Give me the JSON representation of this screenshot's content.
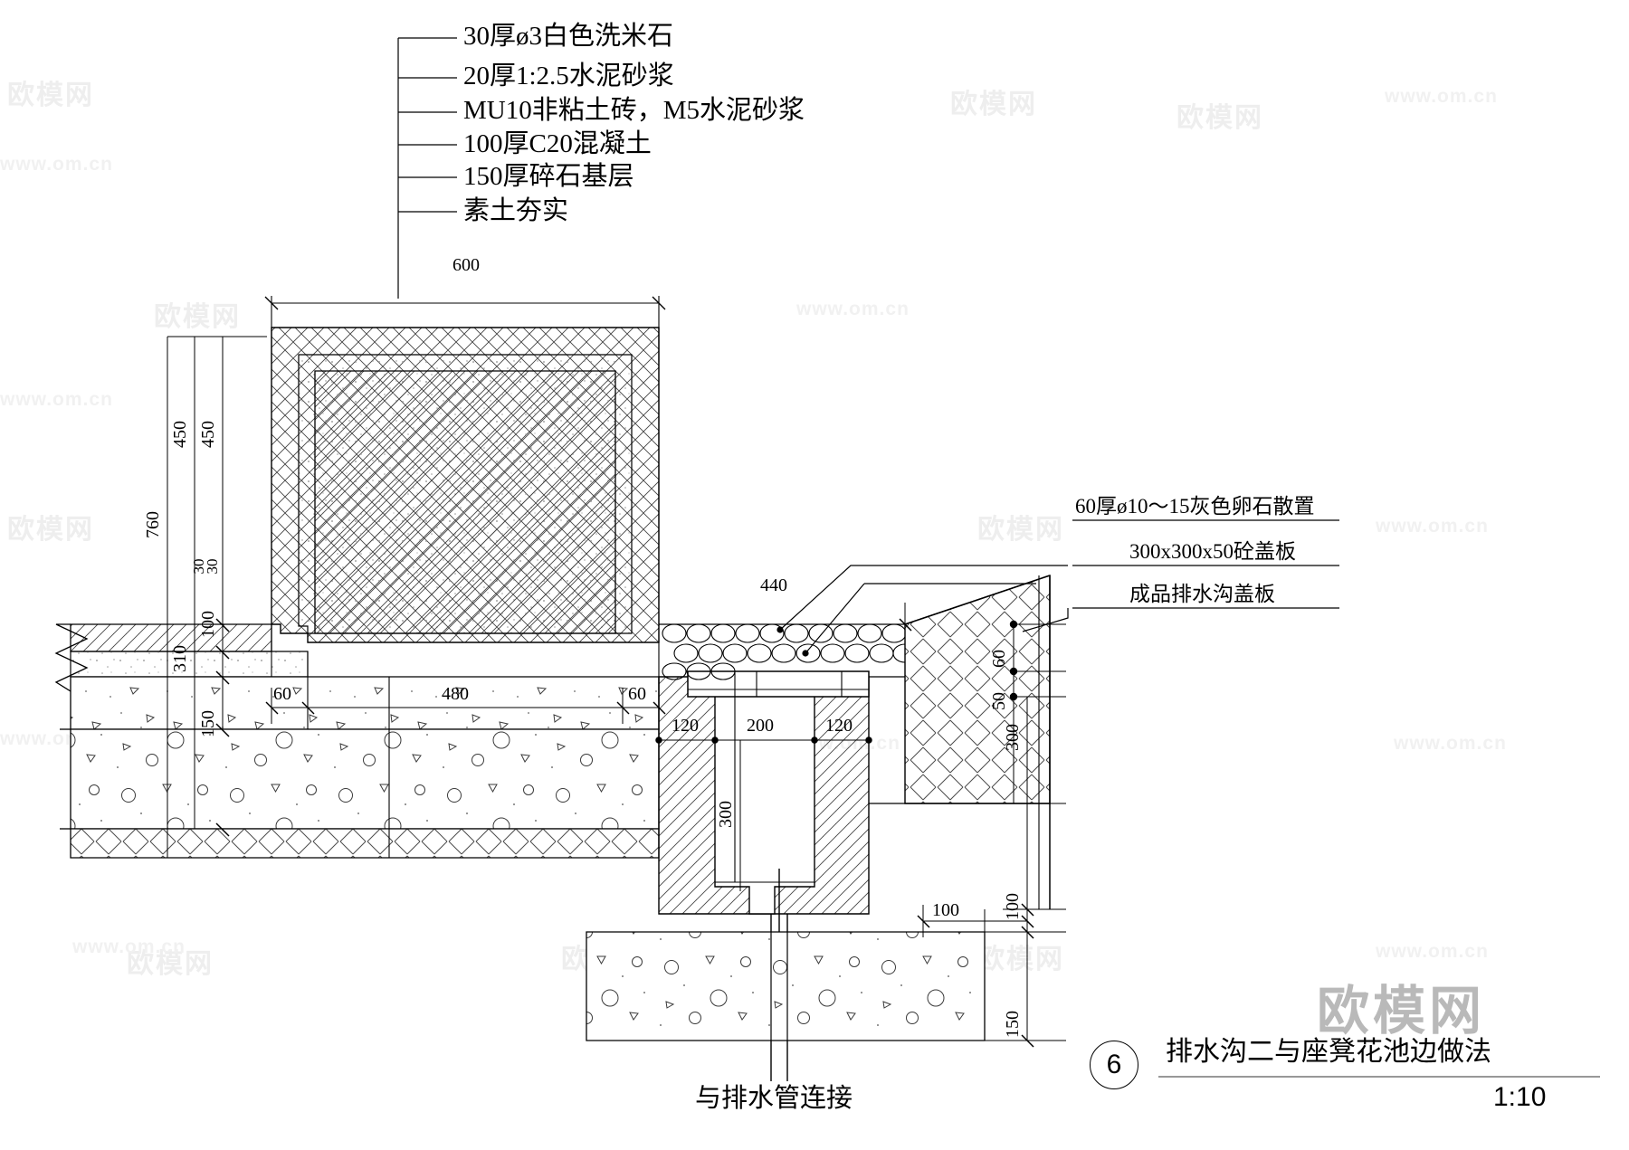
{
  "drawing": {
    "title": "排水沟二与座凳花池边做法",
    "scale": "1:10",
    "detail_number": "6",
    "bottom_label": "与排水管连接"
  },
  "leader_notes_top": [
    "30厚ø3白色洗米石",
    "20厚1:2.5水泥砂浆",
    "MU10非粘土砖，M5水泥砂浆",
    "100厚C20混凝土",
    "150厚碎石基层",
    "素土夯实"
  ],
  "leader_notes_right": [
    "60厚ø10～15灰色卵石散置",
    "300x300x50砼盖板",
    "成品排水沟盖板"
  ],
  "dimensions": {
    "top_width": "600",
    "left_chain": [
      "760",
      "450",
      "450",
      "30",
      "30",
      "100",
      "310",
      "150"
    ],
    "mid_chain": [
      "60",
      "480",
      "60"
    ],
    "channel": [
      "120",
      "200",
      "120",
      "300"
    ],
    "gravel_width": "440",
    "right_chain": [
      "60",
      "50",
      "300",
      "100",
      "150"
    ],
    "bottom_right": "100"
  },
  "watermarks": {
    "cn": "欧模网",
    "en": "www.om.cn",
    "brand": "欧模网"
  },
  "colors": {
    "line": "#000000",
    "hatch": "#555555",
    "watermark": "#efefef"
  }
}
